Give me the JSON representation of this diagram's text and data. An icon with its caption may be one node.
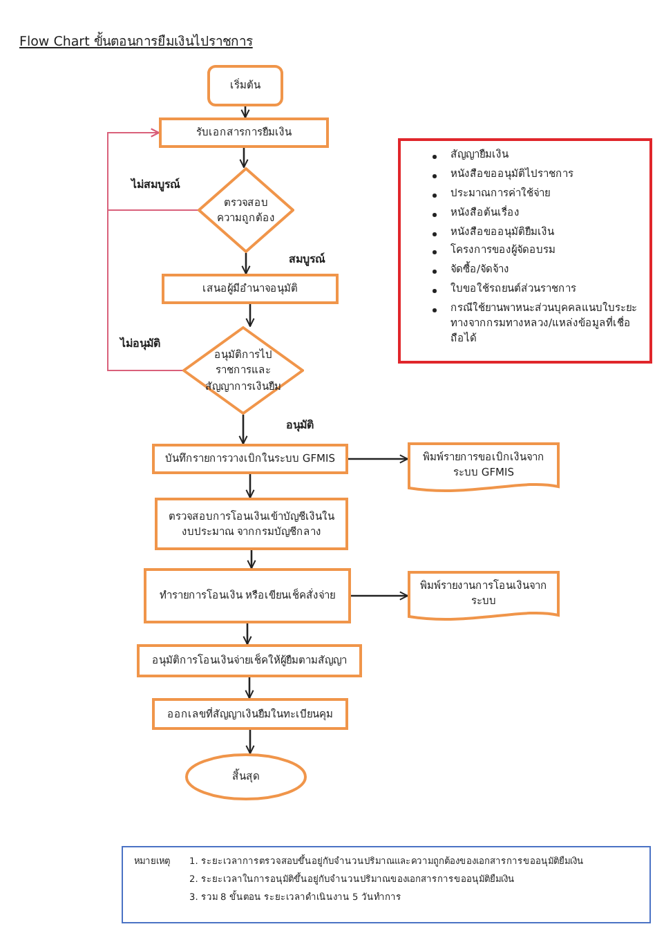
{
  "diagram": {
    "title": "Flow Chart ขั้นตอนการยืมเงินไปราชการ",
    "nodes": [
      {
        "text": [
          "เริ่มต้น"
        ]
      },
      {
        "text": [
          "รับเอกสารการยืมเงิน"
        ]
      },
      {
        "text": [
          "ตรวจสอบความถูกต้อง"
        ]
      },
      {
        "text": [
          "เสนอผู้มีอำนาจอนุมัติ"
        ]
      },
      {
        "text": [
          "อนุมัติการไปราชการและสัญญาการเงินยืม"
        ]
      },
      {
        "text": [
          "บันทึกรายการวางเบิกในระบบ GFMIS"
        ]
      },
      {
        "text": [
          "พิมพ์รายการขอเบิกเงินจากระบบ GFMIS"
        ]
      },
      {
        "text": [
          "ตรวจสอบการโอนเงินเข้าบัญชีเงินในงบประมาณ จากกรมบัญชีกลาง"
        ]
      },
      {
        "text": [
          "ทำรายการโอนเงิน หรือเขียนเช็คสั่งจ่าย"
        ]
      },
      {
        "text": [
          "พิมพ์รายงานการโอนเงินจากระบบ"
        ]
      },
      {
        "text": [
          "อนุมัติการโอนเงินจ่ายเช็คให้ผู้ยืมตามสัญญา"
        ]
      },
      {
        "text": [
          "ออกเลขที่สัญญาเงินยืมในทะเบียนคุม"
        ]
      },
      {
        "text": [
          "สิ้นสุด"
        ]
      },
      {
        "text": [
          "สัญญายืมเงิน",
          "หนังสือขออนุมัติไปราชการ",
          "ประมาณการค่าใช้จ่าย",
          "หนังสือต้นเรื่อง",
          "หนังสือขออนุมัติยืมเงิน",
          "โครงการของผู้จัดอบรม",
          "จัดซื้อ/จัดจ้าง",
          "ใบขอใช้รถยนต์ส่วนราชการ",
          "กรณีใช้ยานพาหนะส่วนบุคคลแนบใบระยะทางจากกรมทางหลวง/แหล่งข้อมูลที่เชื่อถือได้"
        ]
      },
      {
        "text": [
          "หมายเหตุ",
          "1. ระยะเวลาการตรวจสอบขึ้นอยู่กับจำนวนปริมาณและความถูกต้องของเอกสารการขออนุมัติยืมเงิน",
          "2. ระยะเวลาในการอนุมัติขึ้นอยู่กับจำนวนปริมาณของเอกสารการขออนุมัติยืมเงิน",
          "3. รวม 8 ขั้นตอน ระยะเวลาดำเนินงาน 5 วันทำการ"
        ]
      }
    ],
    "edges": [
      {
        "from": 0,
        "to": 1,
        "arrow": "to"
      },
      {
        "from": 1,
        "to": 2,
        "arrow": "to"
      },
      {
        "from": 2,
        "to": 3,
        "arrow": "to",
        "label": "สมบูรณ์"
      },
      {
        "from": 2,
        "to": 1,
        "arrow": "to",
        "label": "ไม่สมบูรณ์",
        "color": "#d9607a"
      },
      {
        "from": 3,
        "to": 4,
        "arrow": "to"
      },
      {
        "from": 4,
        "to": 5,
        "arrow": "to",
        "label": "อนุมัติ"
      },
      {
        "from": 4,
        "to": 1,
        "arrow": "to",
        "label": "ไม่อนุมัติ",
        "color": "#d9607a"
      },
      {
        "from": 5,
        "to": 6,
        "arrow": "to"
      },
      {
        "from": 5,
        "to": 7,
        "arrow": "to"
      },
      {
        "from": 7,
        "to": 8,
        "arrow": "to"
      },
      {
        "from": 8,
        "to": 9,
        "arrow": "to"
      },
      {
        "from": 8,
        "to": 10,
        "arrow": "to"
      },
      {
        "from": 10,
        "to": 11,
        "arrow": "to"
      },
      {
        "from": 11,
        "to": 12,
        "arrow": "to"
      }
    ]
  }
}
